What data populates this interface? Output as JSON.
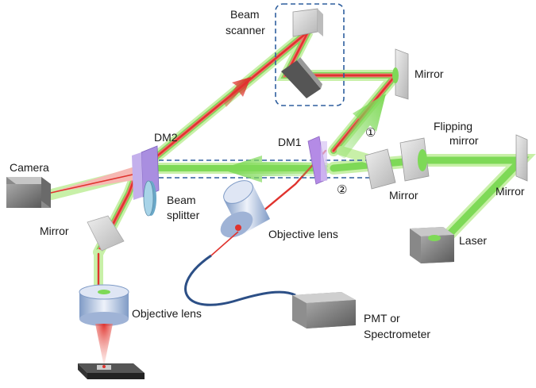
{
  "labels": {
    "beam_scanner": [
      "Beam",
      "scanner"
    ],
    "mirror_top_right": "Mirror",
    "dm1": "DM1",
    "dm2": "DM2",
    "flipping_mirror": [
      "Flipping",
      "mirror"
    ],
    "camera": "Camera",
    "beam_splitter": [
      "Beam",
      "splitter"
    ],
    "mirror_left": "Mirror",
    "objective_lens_right": "Objective lens",
    "objective_lens_bottom": "Objective lens",
    "mirror_mid": "Mirror",
    "mirror_far_right": "Mirror",
    "laser": "Laser",
    "pmt": [
      "PMT or",
      "Spectrometer"
    ],
    "path_1": "①",
    "path_2": "②"
  },
  "colors": {
    "laser_green": "#7ed957",
    "green_halo": "#c8f0a8",
    "beam_red": "#e0332e",
    "dashed_box": "#2f5f9e",
    "fiber": "#2c4f86",
    "dm1_violet": "#b48be6",
    "dm2_violet": "#a98ee0"
  }
}
